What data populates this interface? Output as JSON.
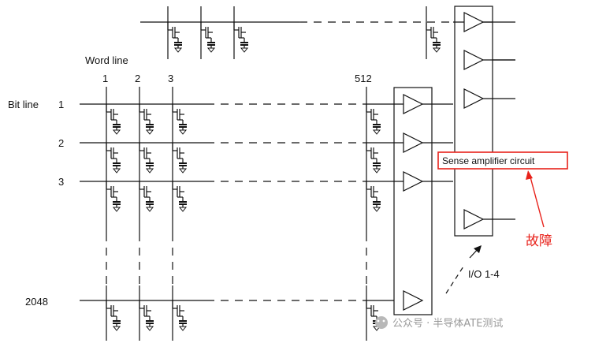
{
  "labels": {
    "word_line": "Word line",
    "bit_line": "Bit line",
    "word_line_numbers": [
      "1",
      "2",
      "3",
      "512"
    ],
    "bit_line_numbers": [
      "1",
      "2",
      "3",
      "2048"
    ],
    "io": "I/O 1-4",
    "sense_amp_callout": "Sense amplifier circuit",
    "fault": "故障"
  },
  "watermark": {
    "text": "公众号 · 半导体ATE测试"
  },
  "colors": {
    "line": "#111111",
    "callout": "#e8221b",
    "watermark": "#9a9a9a"
  }
}
